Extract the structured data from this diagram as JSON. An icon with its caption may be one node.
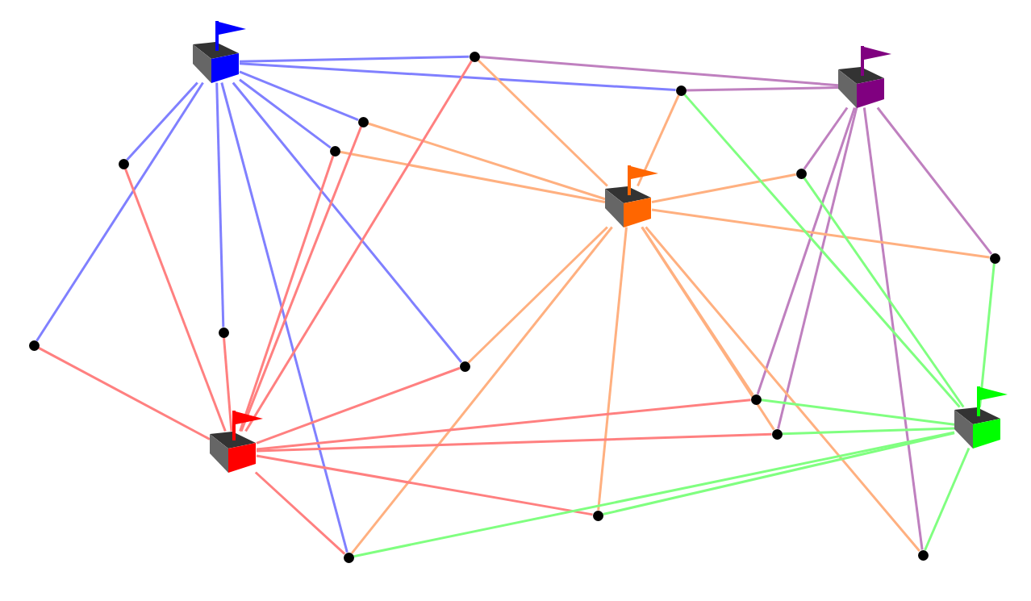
{
  "diagram": {
    "nodes": [
      {
        "text": [],
        "shape": "box"
      },
      {
        "text": [],
        "shape": "circle"
      },
      {
        "text": [],
        "shape": "box"
      },
      {
        "text": [],
        "shape": "circle"
      },
      {
        "text": [],
        "shape": "circle"
      },
      {
        "text": [],
        "shape": "circle"
      },
      {
        "text": [],
        "shape": "circle"
      },
      {
        "text": [],
        "shape": "circle"
      },
      {
        "text": [],
        "shape": "box"
      },
      {
        "text": [],
        "shape": "circle"
      },
      {
        "text": [],
        "shape": "circle"
      },
      {
        "text": [],
        "shape": "circle"
      },
      {
        "text": [],
        "shape": "circle"
      },
      {
        "text": [],
        "shape": "circle"
      },
      {
        "text": [],
        "shape": "box"
      },
      {
        "text": [],
        "shape": "circle"
      },
      {
        "text": [],
        "shape": "box"
      },
      {
        "text": [],
        "shape": "circle"
      },
      {
        "text": [],
        "shape": "circle"
      },
      {
        "text": [],
        "shape": "circle"
      }
    ],
    "edges": [
      {
        "from": 0,
        "to": 1,
        "arrow": "none",
        "color": "#8080ff"
      },
      {
        "from": 0,
        "to": 3,
        "arrow": "none",
        "color": "#8080ff"
      },
      {
        "from": 0,
        "to": 4,
        "arrow": "none",
        "color": "#8080ff"
      },
      {
        "from": 0,
        "to": 5,
        "arrow": "none",
        "color": "#8080ff"
      },
      {
        "from": 0,
        "to": 6,
        "arrow": "none",
        "color": "#8080ff"
      },
      {
        "from": 0,
        "to": 11,
        "arrow": "none",
        "color": "#8080ff"
      },
      {
        "from": 0,
        "to": 10,
        "arrow": "none",
        "color": "#8080ff"
      },
      {
        "from": 0,
        "to": 19,
        "arrow": "none",
        "color": "#8080ff"
      },
      {
        "from": 0,
        "to": 12,
        "arrow": "none",
        "color": "#8080ff"
      },
      {
        "from": 2,
        "to": 1,
        "arrow": "none",
        "color": "#bf80bf"
      },
      {
        "from": 2,
        "to": 3,
        "arrow": "none",
        "color": "#bf80bf"
      },
      {
        "from": 2,
        "to": 7,
        "arrow": "none",
        "color": "#bf80bf"
      },
      {
        "from": 2,
        "to": 9,
        "arrow": "none",
        "color": "#bf80bf"
      },
      {
        "from": 2,
        "to": 13,
        "arrow": "none",
        "color": "#bf80bf"
      },
      {
        "from": 2,
        "to": 15,
        "arrow": "none",
        "color": "#bf80bf"
      },
      {
        "from": 2,
        "to": 18,
        "arrow": "none",
        "color": "#bf80bf"
      },
      {
        "from": 8,
        "to": 1,
        "arrow": "none",
        "color": "#ffb080"
      },
      {
        "from": 8,
        "to": 3,
        "arrow": "none",
        "color": "#ffb080"
      },
      {
        "from": 8,
        "to": 4,
        "arrow": "none",
        "color": "#ffb080"
      },
      {
        "from": 8,
        "to": 5,
        "arrow": "none",
        "color": "#ffb080"
      },
      {
        "from": 8,
        "to": 7,
        "arrow": "none",
        "color": "#ffb080"
      },
      {
        "from": 8,
        "to": 9,
        "arrow": "none",
        "color": "#ffb080"
      },
      {
        "from": 8,
        "to": 12,
        "arrow": "none",
        "color": "#ffb080"
      },
      {
        "from": 8,
        "to": 19,
        "arrow": "none",
        "color": "#ffb080"
      },
      {
        "from": 8,
        "to": 17,
        "arrow": "none",
        "color": "#ffb080"
      },
      {
        "from": 8,
        "to": 13,
        "arrow": "none",
        "color": "#ffb080"
      },
      {
        "from": 8,
        "to": 15,
        "arrow": "none",
        "color": "#ffb080"
      },
      {
        "from": 8,
        "to": 18,
        "arrow": "none",
        "color": "#ffb080"
      },
      {
        "from": 16,
        "to": 6,
        "arrow": "none",
        "color": "#ff8080"
      },
      {
        "from": 16,
        "to": 11,
        "arrow": "none",
        "color": "#ff8080"
      },
      {
        "from": 16,
        "to": 10,
        "arrow": "none",
        "color": "#ff8080"
      },
      {
        "from": 16,
        "to": 5,
        "arrow": "none",
        "color": "#ff8080"
      },
      {
        "from": 16,
        "to": 4,
        "arrow": "none",
        "color": "#ff8080"
      },
      {
        "from": 16,
        "to": 1,
        "arrow": "none",
        "color": "#ff8080"
      },
      {
        "from": 16,
        "to": 12,
        "arrow": "none",
        "color": "#ff8080"
      },
      {
        "from": 16,
        "to": 13,
        "arrow": "none",
        "color": "#ff8080"
      },
      {
        "from": 16,
        "to": 15,
        "arrow": "none",
        "color": "#ff8080"
      },
      {
        "from": 16,
        "to": 17,
        "arrow": "none",
        "color": "#ff8080"
      },
      {
        "from": 16,
        "to": 19,
        "arrow": "none",
        "color": "#ff8080"
      },
      {
        "from": 14,
        "to": 3,
        "arrow": "none",
        "color": "#80ff80"
      },
      {
        "from": 14,
        "to": 7,
        "arrow": "none",
        "color": "#80ff80"
      },
      {
        "from": 14,
        "to": 9,
        "arrow": "none",
        "color": "#80ff80"
      },
      {
        "from": 14,
        "to": 13,
        "arrow": "none",
        "color": "#80ff80"
      },
      {
        "from": 14,
        "to": 15,
        "arrow": "none",
        "color": "#80ff80"
      },
      {
        "from": 14,
        "to": 17,
        "arrow": "none",
        "color": "#80ff80"
      },
      {
        "from": 14,
        "to": 19,
        "arrow": "none",
        "color": "#80ff80"
      },
      {
        "from": 14,
        "to": 18,
        "arrow": "none",
        "color": "#80ff80"
      }
    ]
  }
}
